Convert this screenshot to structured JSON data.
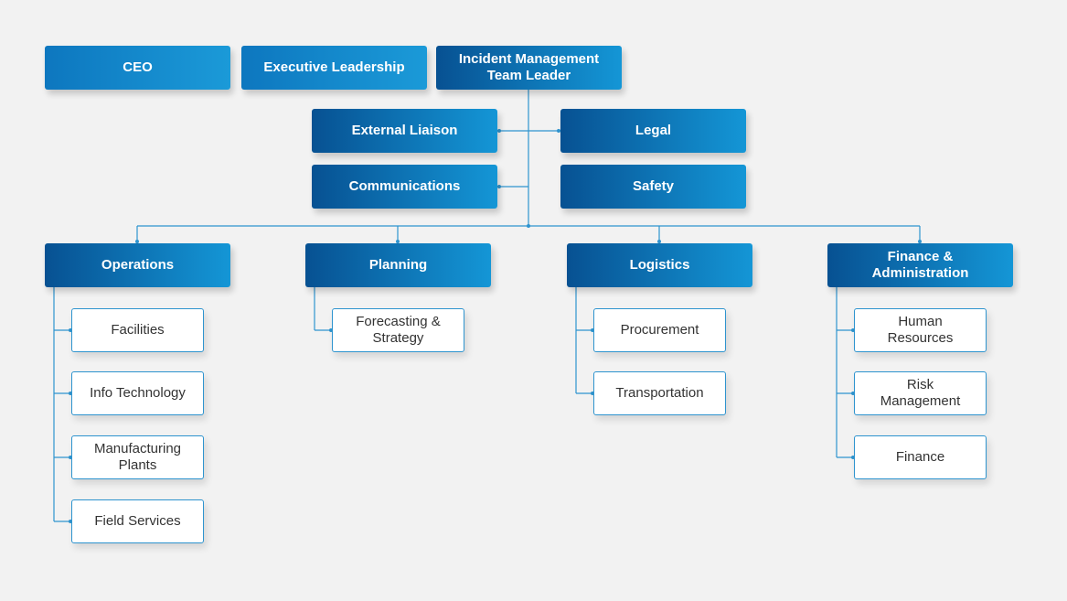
{
  "colors": {
    "background": "#f2f2f2",
    "top_box": "#1796d4",
    "role_box_dark": "#075192",
    "role_box_light": "#1496d6",
    "connector": "#2e94cf",
    "child_border": "#2e94cf",
    "child_text": "#333333"
  },
  "top": {
    "ceo": "CEO",
    "executive": "Executive Leadership",
    "leader": "Incident Management\nTeam Leader"
  },
  "staff": {
    "external_liaison": "External Liaison",
    "legal": "Legal",
    "communications": "Communications",
    "safety": "Safety"
  },
  "sections": [
    {
      "title": "Operations",
      "children": [
        "Facilities",
        "Info Technology",
        "Manufacturing\nPlants",
        "Field Services"
      ]
    },
    {
      "title": "Planning",
      "children": [
        "Forecasting &\nStrategy"
      ]
    },
    {
      "title": "Logistics",
      "children": [
        "Procurement",
        "Transportation"
      ]
    },
    {
      "title": "Finance &\nAdministration",
      "children": [
        "Human\nResources",
        "Risk\nManagement",
        "Finance"
      ]
    }
  ]
}
